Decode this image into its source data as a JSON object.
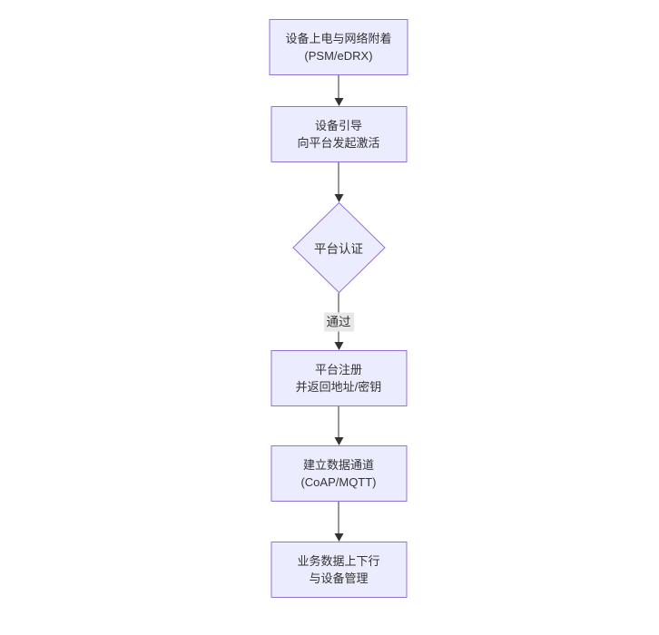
{
  "diagram": {
    "type": "flowchart",
    "direction": "top-down",
    "nodes": [
      {
        "id": "A",
        "shape": "rect",
        "lines": [
          "设备上电与网络附着",
          "(PSM/eDRX)"
        ]
      },
      {
        "id": "B",
        "shape": "rect",
        "lines": [
          "设备引导",
          "向平台发起激活"
        ]
      },
      {
        "id": "C",
        "shape": "diamond",
        "lines": [
          "平台认证"
        ]
      },
      {
        "id": "D",
        "shape": "rect",
        "lines": [
          "平台注册",
          "并返回地址/密钥"
        ]
      },
      {
        "id": "E",
        "shape": "rect",
        "lines": [
          "建立数据通道",
          "(CoAP/MQTT)"
        ]
      },
      {
        "id": "F",
        "shape": "rect",
        "lines": [
          "业务数据上下行",
          "与设备管理"
        ]
      }
    ],
    "edges": [
      {
        "from": "A",
        "to": "B",
        "label": ""
      },
      {
        "from": "B",
        "to": "C",
        "label": ""
      },
      {
        "from": "C",
        "to": "D",
        "label": "通过"
      },
      {
        "from": "D",
        "to": "E",
        "label": ""
      },
      {
        "from": "E",
        "to": "F",
        "label": ""
      }
    ],
    "colors": {
      "node_fill": "#ECECFF",
      "node_border": "#9370DB",
      "edge_line": "#333333",
      "text": "#333333",
      "edge_label_bg": "#e8e8e8",
      "background": "#ffffff"
    }
  }
}
